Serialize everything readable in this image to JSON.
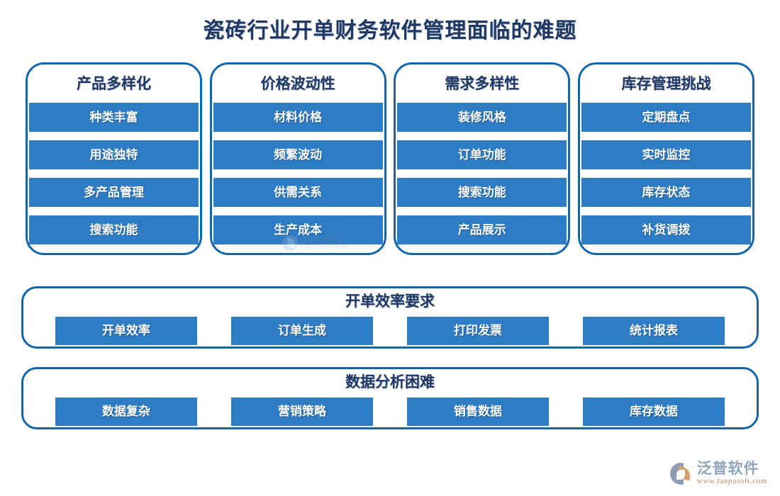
{
  "page": {
    "title": "瓷砖行业开单财务软件管理面临的难题",
    "accent_blue": "#2e7cc4",
    "border_blue": "#0f66ae",
    "title_navy": "#1f3864",
    "background": "#ffffff"
  },
  "cards": [
    {
      "title": "产品多样化",
      "items": [
        "种类丰富",
        "用途独特",
        "多产品管理",
        "搜索功能"
      ]
    },
    {
      "title": "价格波动性",
      "items": [
        "材料价格",
        "频繁波动",
        "供需关系",
        "生产成本"
      ]
    },
    {
      "title": "需求多样性",
      "items": [
        "装修风格",
        "订单功能",
        "搜索功能",
        "产品展示"
      ]
    },
    {
      "title": "库存管理挑战",
      "items": [
        "定期盘点",
        "实时监控",
        "库存状态",
        "补货调拨"
      ]
    }
  ],
  "wide_rows": [
    {
      "title": "开单效率要求",
      "items": [
        "开单效率",
        "订单生成",
        "打印发票",
        "统计报表"
      ]
    },
    {
      "title": "数据分析困难",
      "items": [
        "数据复杂",
        "营销策略",
        "销售数据",
        "库存数据"
      ]
    }
  ],
  "watermark": {
    "cn": "泛普软件",
    "en": "FANPU SOFTWARE"
  },
  "brand": {
    "name": "泛普软件",
    "url": "www.fanpusoft.com"
  }
}
